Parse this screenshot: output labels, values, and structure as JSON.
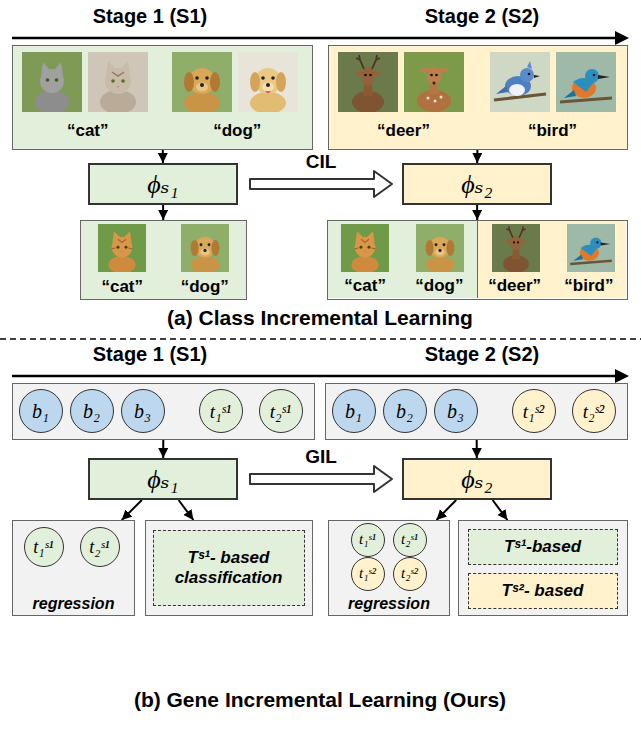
{
  "diagram": {
    "nodes": [
      {
        "text": [
          "“cat”",
          "“dog”"
        ]
      },
      {
        "text": [
          "“deer”",
          "“bird”"
        ]
      },
      {
        "text": [
          "ϕₛ₁"
        ]
      },
      {
        "text": [
          "ϕₛ₂"
        ]
      },
      {
        "text": [
          "“cat”",
          "“dog”"
        ]
      },
      {
        "text": []
      },
      {
        "text": [
          "“cat”",
          "“dog”"
        ],
        "in": 5
      },
      {
        "text": [
          "“deer”",
          "“bird”"
        ],
        "in": 5
      },
      {
        "text": []
      },
      {
        "text": [
          "b₁"
        ],
        "in": 8
      },
      {
        "text": [
          "b₂"
        ],
        "in": 8
      },
      {
        "text": [
          "b₃"
        ],
        "in": 8
      },
      {
        "text": [
          "t₁ˢ¹"
        ],
        "in": 8
      },
      {
        "text": [
          "t₂ˢ¹"
        ],
        "in": 8
      },
      {
        "text": []
      },
      {
        "text": [
          "b₁"
        ],
        "in": 14
      },
      {
        "text": [
          "b₂"
        ],
        "in": 14
      },
      {
        "text": [
          "b₃"
        ],
        "in": 14
      },
      {
        "text": [
          "t₁ˢ²"
        ],
        "in": 14
      },
      {
        "text": [
          "t₂ˢ²"
        ],
        "in": 14
      },
      {
        "text": [
          "ϕₛ₁"
        ]
      },
      {
        "text": [
          "ϕₛ₂"
        ]
      },
      {
        "text": [
          "regression"
        ]
      },
      {
        "text": [
          "t₁ˢ¹"
        ],
        "in": 22
      },
      {
        "text": [
          "t₂ˢ¹"
        ],
        "in": 22
      },
      {
        "text": []
      },
      {
        "text": [
          "Tˢ¹- based classification"
        ],
        "in": 25
      },
      {
        "text": [
          "regression"
        ]
      },
      {
        "text": [
          "t₁ˢ¹"
        ],
        "in": 27
      },
      {
        "text": [
          "t₂ˢ¹"
        ],
        "in": 27
      },
      {
        "text": [
          "t₁ˢ²"
        ],
        "in": 27
      },
      {
        "text": [
          "t₂ˢ²"
        ],
        "in": 27
      },
      {
        "text": []
      },
      {
        "text": [
          "Tˢ¹-based"
        ],
        "in": 32
      },
      {
        "text": [
          "Tˢ²- based"
        ],
        "in": 32
      }
    ],
    "edges": [
      {
        "from": 0,
        "to": 2,
        "arrow": "to"
      },
      {
        "from": 1,
        "to": 3,
        "arrow": "to"
      },
      {
        "from": 2,
        "to": 3,
        "label": "CIL",
        "arrow": "to"
      },
      {
        "from": 2,
        "to": 4,
        "arrow": "to"
      },
      {
        "from": 3,
        "to": 5,
        "arrow": "to"
      },
      {
        "from": 8,
        "to": 20,
        "arrow": "to"
      },
      {
        "from": 14,
        "to": 21,
        "arrow": "to"
      },
      {
        "from": 20,
        "to": 21,
        "label": "GIL",
        "arrow": "to"
      },
      {
        "from": 20,
        "to": 22,
        "arrow": "to"
      },
      {
        "from": 20,
        "to": 25,
        "arrow": "to"
      },
      {
        "from": 21,
        "to": 27,
        "arrow": "to"
      },
      {
        "from": 21,
        "to": 32,
        "arrow": "to"
      }
    ],
    "labels": [
      "Stage 1 (S1)",
      "Stage 2 (S2)",
      "(a) Class Incremental Learning",
      "Stage 1 (S1)",
      "Stage 2 (S2)",
      "(b) Gene Incremental Learning (Ours)"
    ]
  }
}
